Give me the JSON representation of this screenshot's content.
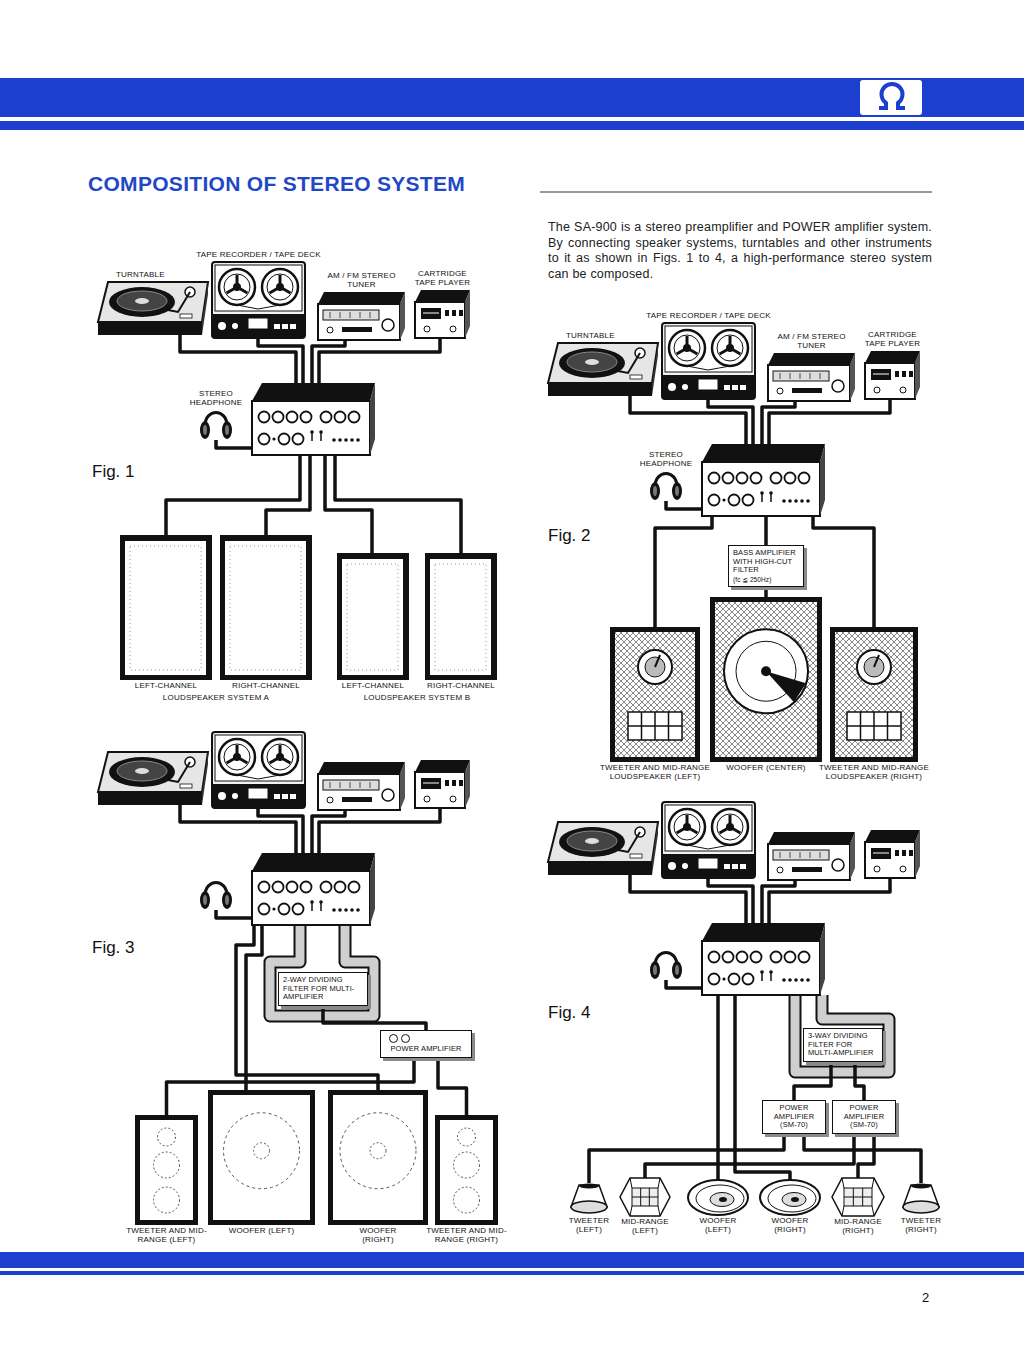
{
  "diagram": {
    "title": "COMPOSITION OF STEREO SYSTEM",
    "nodes": [
      {
        "text": [
          "TURNTABLE"
        ]
      },
      {
        "text": [
          "TAPE RECORDER / TAPE DECK"
        ]
      },
      {
        "text": [
          "AM / FM STEREO TUNER"
        ]
      },
      {
        "text": [
          "CARTRIDGE TAPE PLAYER"
        ]
      },
      {
        "text": [
          "STEREO HEADPHONE"
        ]
      },
      {
        "text": [
          "LEFT-CHANNEL"
        ]
      },
      {
        "text": [
          "RIGHT-CHANNEL"
        ]
      },
      {
        "text": [
          "LEFT-CHANNEL"
        ]
      },
      {
        "text": [
          "RIGHT-CHANNEL"
        ]
      },
      {
        "text": [
          "TURNTABLE"
        ]
      },
      {
        "text": [
          "TAPE RECORDER / TAPE DECK"
        ]
      },
      {
        "text": [
          "AM / FM STEREO TUNER"
        ]
      },
      {
        "text": [
          "CARTRIDGE TAPE PLAYER"
        ]
      },
      {
        "text": [
          "STEREO HEADPHONE"
        ]
      },
      {
        "text": [
          "BASS AMPLIFIER WITH HIGH-CUT FILTER",
          "(fc ≦ 250Hz)"
        ]
      },
      {
        "text": [
          "TWEETER AND MID-RANGE LOUDSPEAKER (LEFT)"
        ]
      },
      {
        "text": [
          "WOOFER (CENTER)"
        ]
      },
      {
        "text": [
          "TWEETER AND MID-RANGE LOUDSPEAKER (RIGHT)"
        ]
      },
      {
        "text": [
          "2-WAY DIVIDING FILTER FOR MULTI-AMPLIFIER"
        ]
      },
      {
        "text": [
          "POWER AMPLIFIER"
        ]
      },
      {
        "text": [
          "TWEETER AND MID-RANGE (LEFT)"
        ]
      },
      {
        "text": [
          "WOOFER (LEFT)"
        ]
      },
      {
        "text": [
          "WOOFER (RIGHT)"
        ]
      },
      {
        "text": [
          "TWEETER AND MID-RANGE (RIGHT)"
        ]
      },
      {
        "text": [
          "3-WAY DIVIDING FILTER FOR MULTI-AMPLIFIER"
        ]
      },
      {
        "text": [
          "POWER AMPLIFIER (SM-70)"
        ]
      },
      {
        "text": [
          "POWER AMPLIFIER (SM-70)"
        ]
      },
      {
        "text": [
          "TWEETER (LEFT)"
        ]
      },
      {
        "text": [
          "MID-RANGE (LEFT)"
        ]
      },
      {
        "text": [
          "WOOFER (LEFT)"
        ]
      },
      {
        "text": [
          "WOOFER (RIGHT)"
        ]
      },
      {
        "text": [
          "MID-RANGE (RIGHT)"
        ]
      },
      {
        "text": [
          "TWEETER (RIGHT)"
        ]
      }
    ],
    "edges": [
      {
        "from": 14,
        "to": 16,
        "arrow": "none"
      },
      {
        "from": 18,
        "to": 19,
        "arrow": "none"
      },
      {
        "from": 19,
        "to": 20,
        "arrow": "none"
      },
      {
        "from": 19,
        "to": 23,
        "arrow": "none"
      },
      {
        "from": 24,
        "to": 25,
        "arrow": "none"
      },
      {
        "from": 24,
        "to": 26,
        "arrow": "none"
      },
      {
        "from": 25,
        "to": 27,
        "arrow": "none"
      },
      {
        "from": 25,
        "to": 32,
        "arrow": "none"
      },
      {
        "from": 26,
        "to": 28,
        "arrow": "none"
      },
      {
        "from": 26,
        "to": 31,
        "arrow": "none"
      }
    ],
    "labels": [
      "The SA-900 is a stereo preamplifier and POWER amplifier system. By connecting speaker systems, turntables and other instruments to it as shown in Figs. 1 to 4, a high-performance stereo system can be composed.",
      "Fig. 1",
      "LOUDSPEAKER SYSTEM A",
      "LOUDSPEAKER SYSTEM B",
      "Fig. 2",
      "Fig. 3",
      "Fig. 4",
      "2"
    ]
  }
}
